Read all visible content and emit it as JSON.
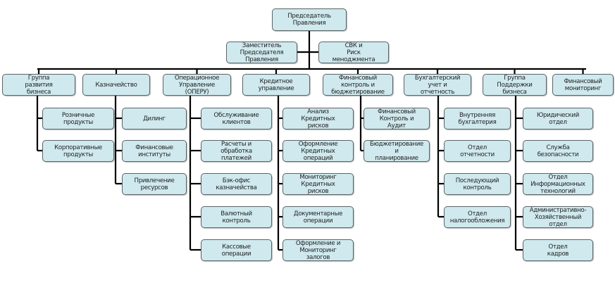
{
  "chairman": "Председатель\nПравления",
  "deputies": [
    "Заместитель\nПредседателя\nПравления",
    "СВК и\nРиск\nменоджмента"
  ],
  "departments": [
    {
      "title": "Группа\nразвития\nбизнеса",
      "units": [
        "Розничные\nпродукты",
        "Корпоративные\nпродукты"
      ]
    },
    {
      "title": "Казначейство",
      "units": [
        "Дилинг",
        "Финансовые\nинституты",
        "Привлечение\nресурсов"
      ]
    },
    {
      "title": "Операционное\nУправление\n(ОПЕРУ)",
      "units": [
        "Обслуживание\nклиентов",
        "Расчеты и\nобработка\nплатежей",
        "Бэк-офис\nказначейства",
        "Валютный\nконтроль",
        "Кассовые\nоперации"
      ]
    },
    {
      "title": "Кредитное\nуправление",
      "units": [
        "Анализ\nКредитных\nрисков",
        "Оформление\nКредитных\nопераций",
        "Мониторинг\nКредитных\nрисков",
        "Документарные\nоперации",
        "Оформление и\nМониторинг\nзалогов"
      ]
    },
    {
      "title": "Финансовый\nконтроль и\nбюджетирование",
      "units": [
        "Финансовый\nКонтроль и\nАудит",
        "Бюджетирование\nи\nпланирование"
      ]
    },
    {
      "title": "Бухгалтерский\nучет и\nотчетность",
      "units": [
        "Внутренняя\nбухгалтерия",
        "Отдел\nотчетности",
        "Последующий\nконтроль",
        "Отдел\nналогообложения"
      ]
    },
    {
      "title": "Группа\nПоддержки\nбизнеса",
      "units": [
        "Юридический\nотдел",
        "Служба\nбезопасности",
        "Отдел\nИнформационных\nтехнологий",
        "Административно-\nХозяйственный\nотдел",
        "Отдел\nкадров"
      ]
    },
    {
      "title": "Финансовый\nмониторинг",
      "units": []
    }
  ],
  "colors": {
    "box_fill": "#cfe9ee",
    "box_border": "#5a6466",
    "line": "#000000"
  }
}
